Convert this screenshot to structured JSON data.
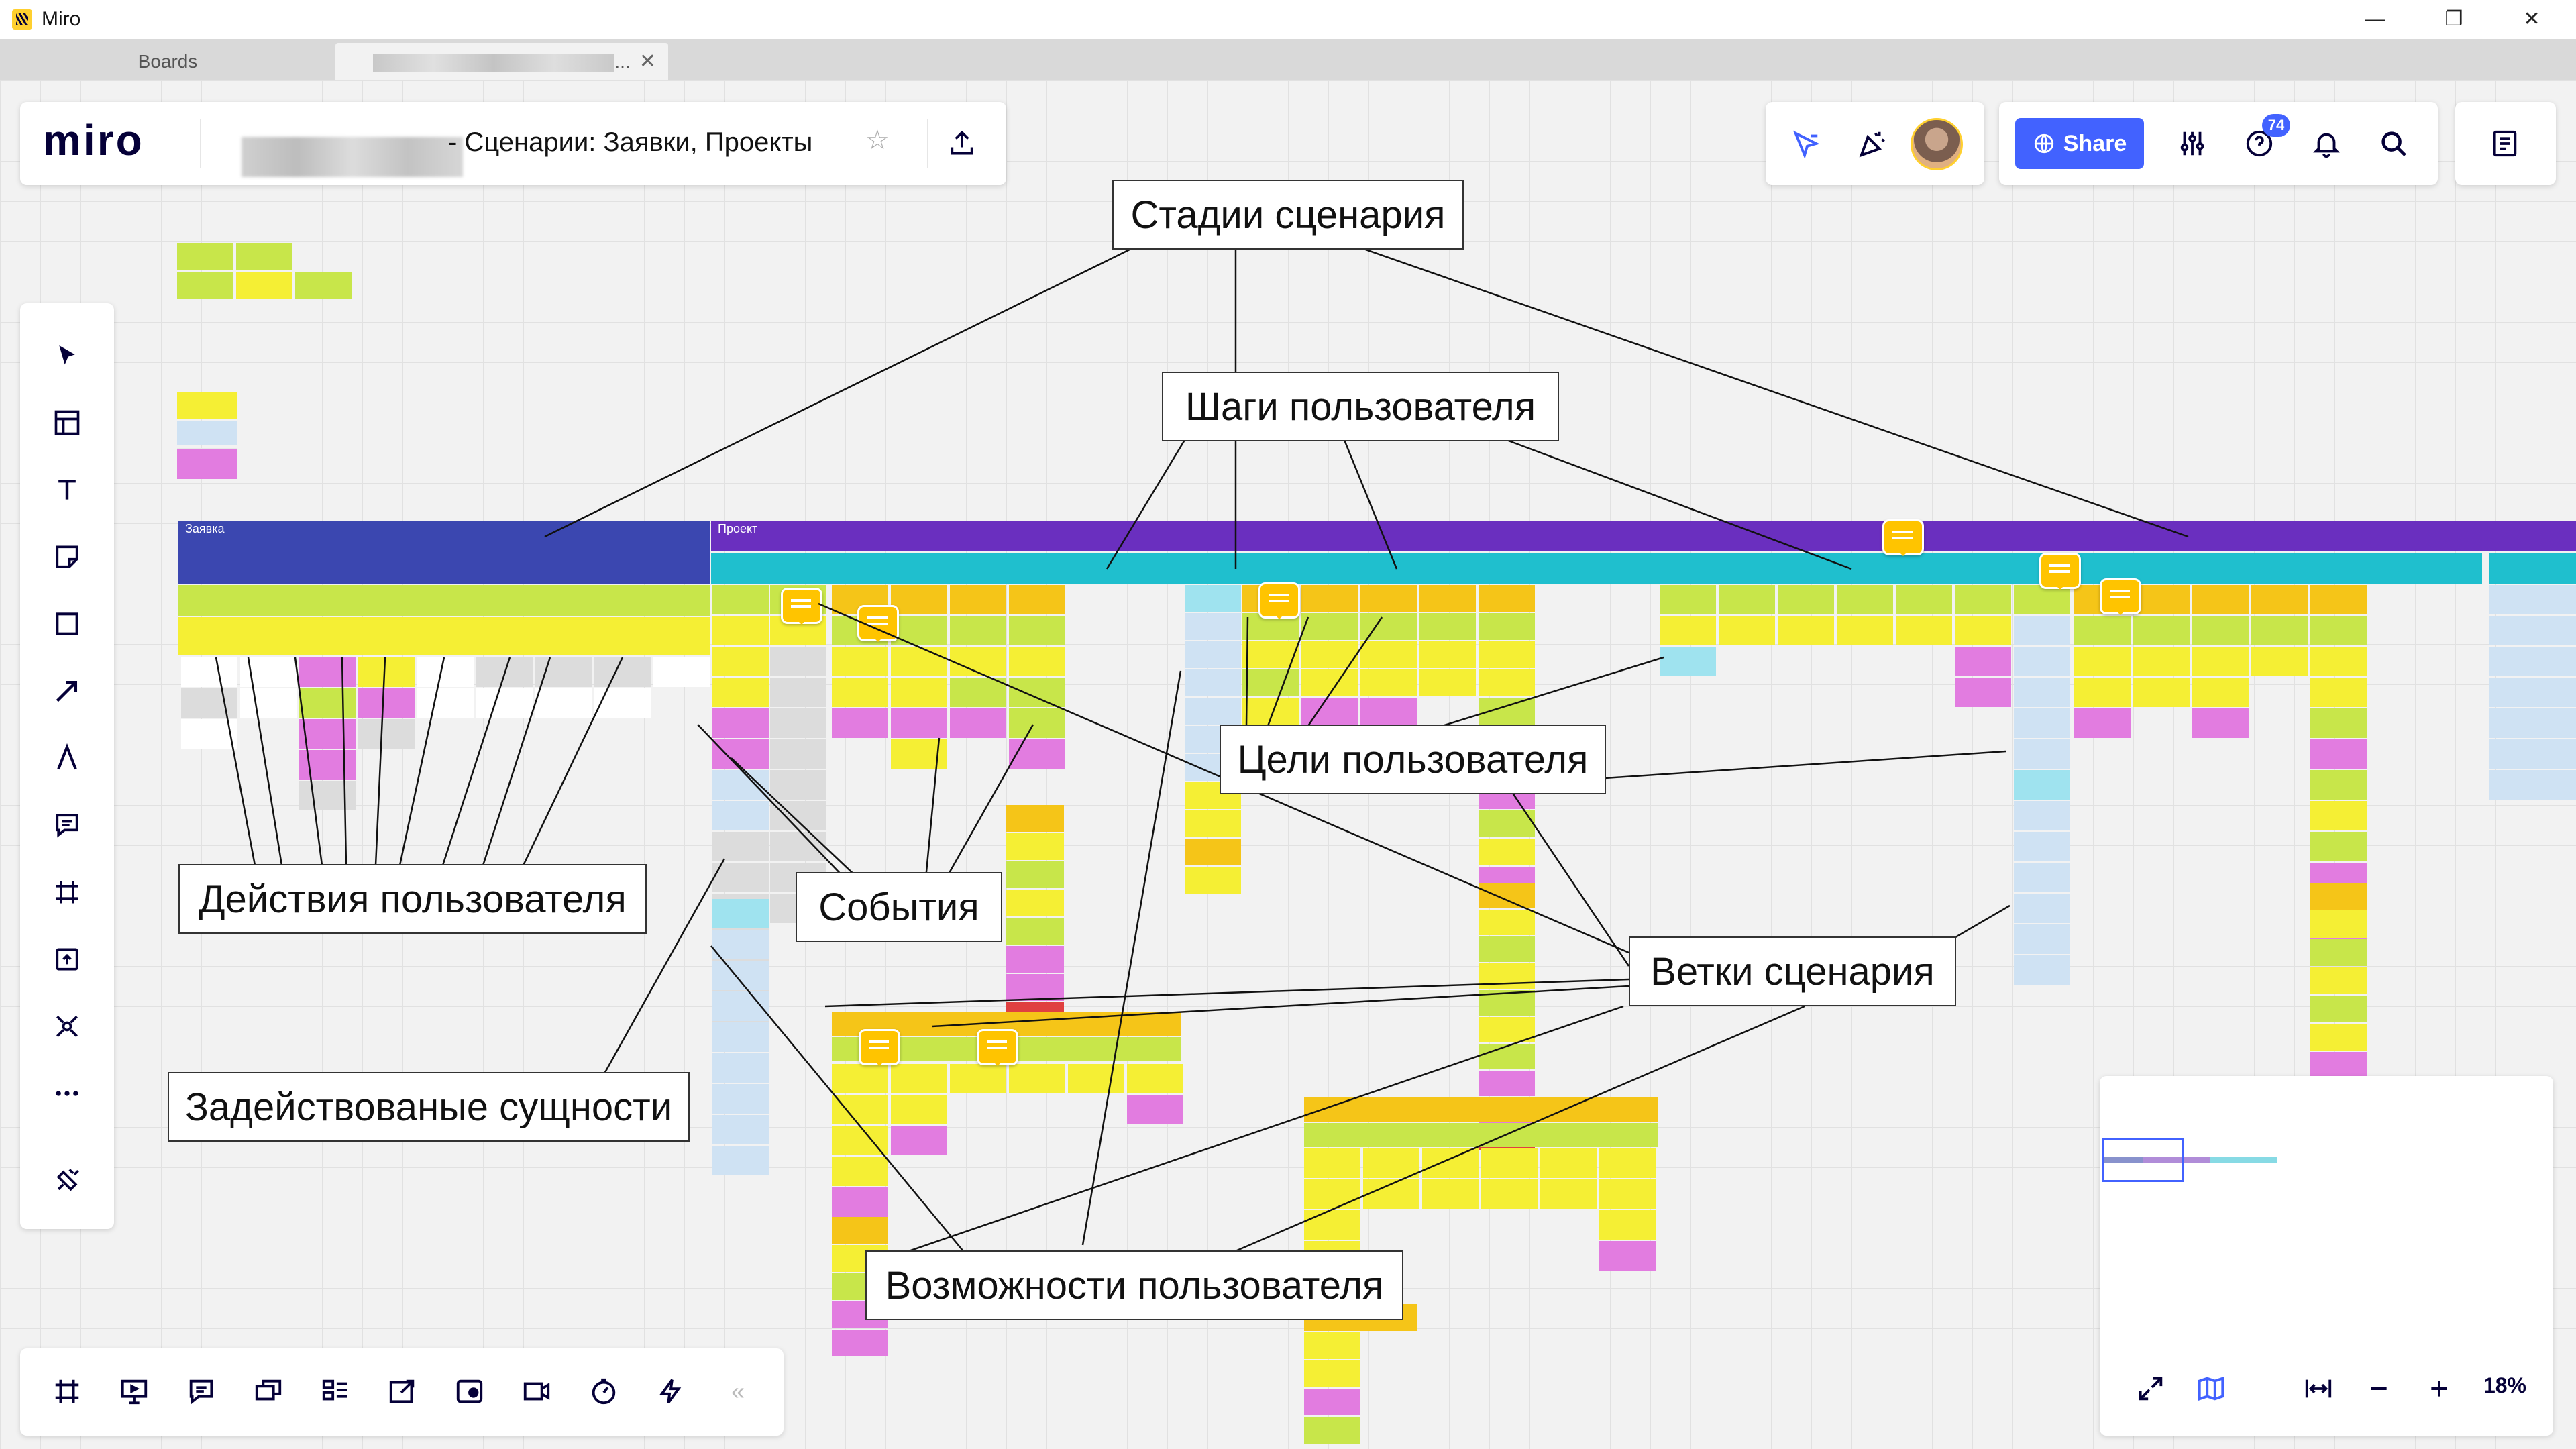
{
  "window": {
    "title": "Miro",
    "minimize": "—",
    "restore": "❐",
    "close": "✕"
  },
  "tabs": [
    {
      "label": "Boards"
    },
    {
      "label": "..."
    }
  ],
  "tab_close": "✕",
  "header": {
    "logo": "miro",
    "board_title": "- Сценарии: Заявки, Проекты",
    "star": "☆",
    "share_label": "Share",
    "notification_count": "74"
  },
  "canvas": {
    "band_labels": {
      "zayavka": "Заявка",
      "proekt": "Проект"
    }
  },
  "callouts": {
    "stages": "Стадии сценария",
    "steps": "Шаги пользователя",
    "goals": "Цели пользователя",
    "actions": "Действия пользователя",
    "events": "События",
    "branches": "Ветки сценария",
    "entities": "Задействованые сущности",
    "abilities": "Возможности пользователя"
  },
  "zoom": {
    "level": "18%"
  },
  "icons": {
    "select": "cursor-icon",
    "templates": "templates-icon",
    "text": "text-icon",
    "sticky": "sticky-note-icon",
    "shape": "shape-icon",
    "arrow": "arrow-icon",
    "pen": "pen-icon",
    "comment": "comment-icon",
    "frame": "frame-icon",
    "upload": "upload-icon",
    "mindmap": "mindmap-icon",
    "more": "more-icon",
    "apps": "apps-icon"
  },
  "colors": {
    "accent": "#4262ff",
    "stage_zayavka": "#3b47b0",
    "stage_proekt": "#6a2fbf",
    "step": "#1fbfce",
    "goal": "#f5c518",
    "action": "#f5ef34",
    "event": "#e27ce0",
    "entity": "#cfe2f3",
    "ability": "#c8e64a",
    "comment": "#ffc400"
  }
}
